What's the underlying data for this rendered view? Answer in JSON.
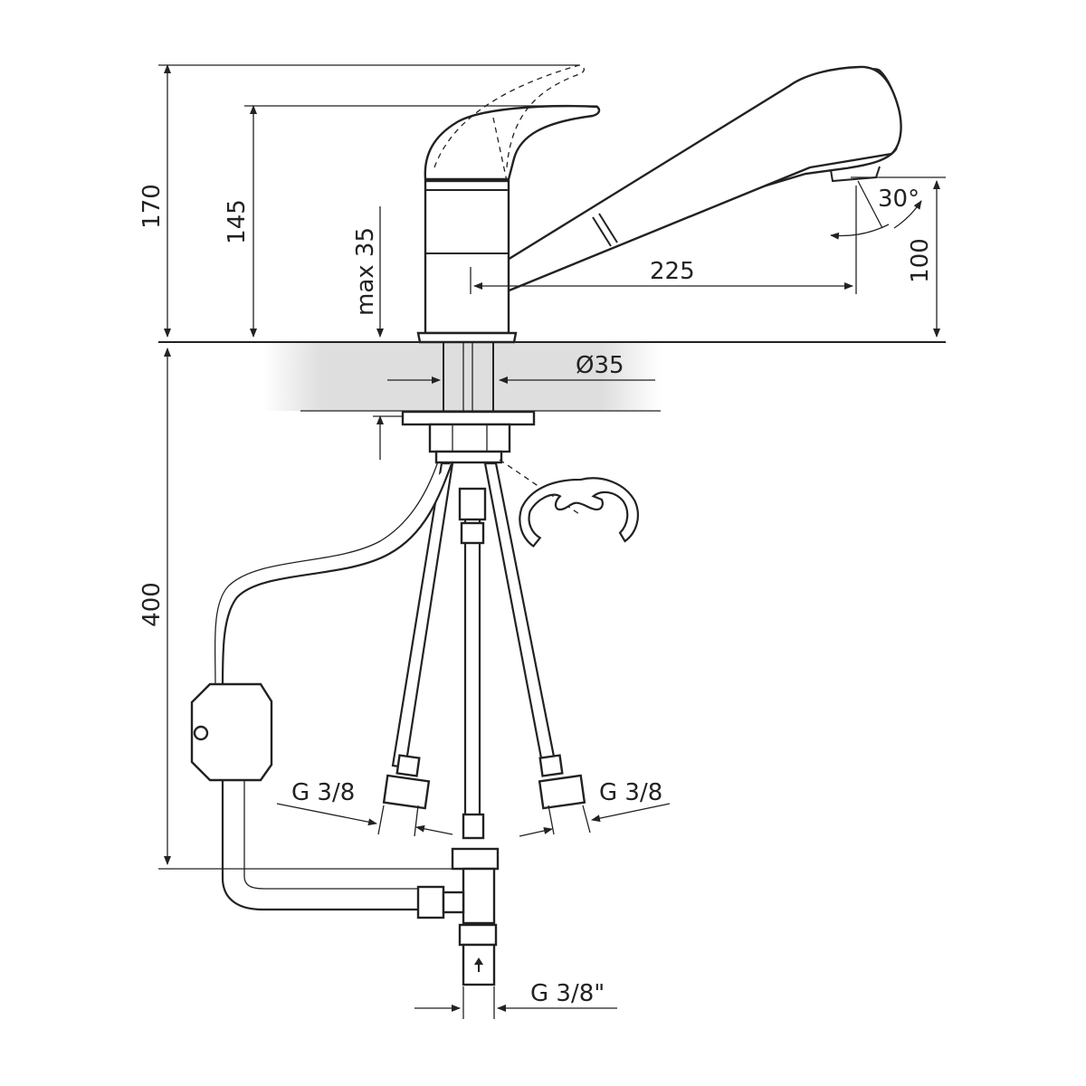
{
  "dimensions": {
    "overall_height": "170",
    "lever_height": "145",
    "max_deck_thickness": "max 35",
    "spout_reach": "225",
    "spout_height": "100",
    "swivel_angle": "30°",
    "hole_diameter": "Ø35",
    "hose_length": "400",
    "hose_thread_left": "G 3/8",
    "hose_thread_right": "G 3/8",
    "inlet_thread": "G 3/8\""
  },
  "colors": {
    "line": "#222222",
    "countertop_shade": "#d8d8d8",
    "background": "#ffffff"
  }
}
